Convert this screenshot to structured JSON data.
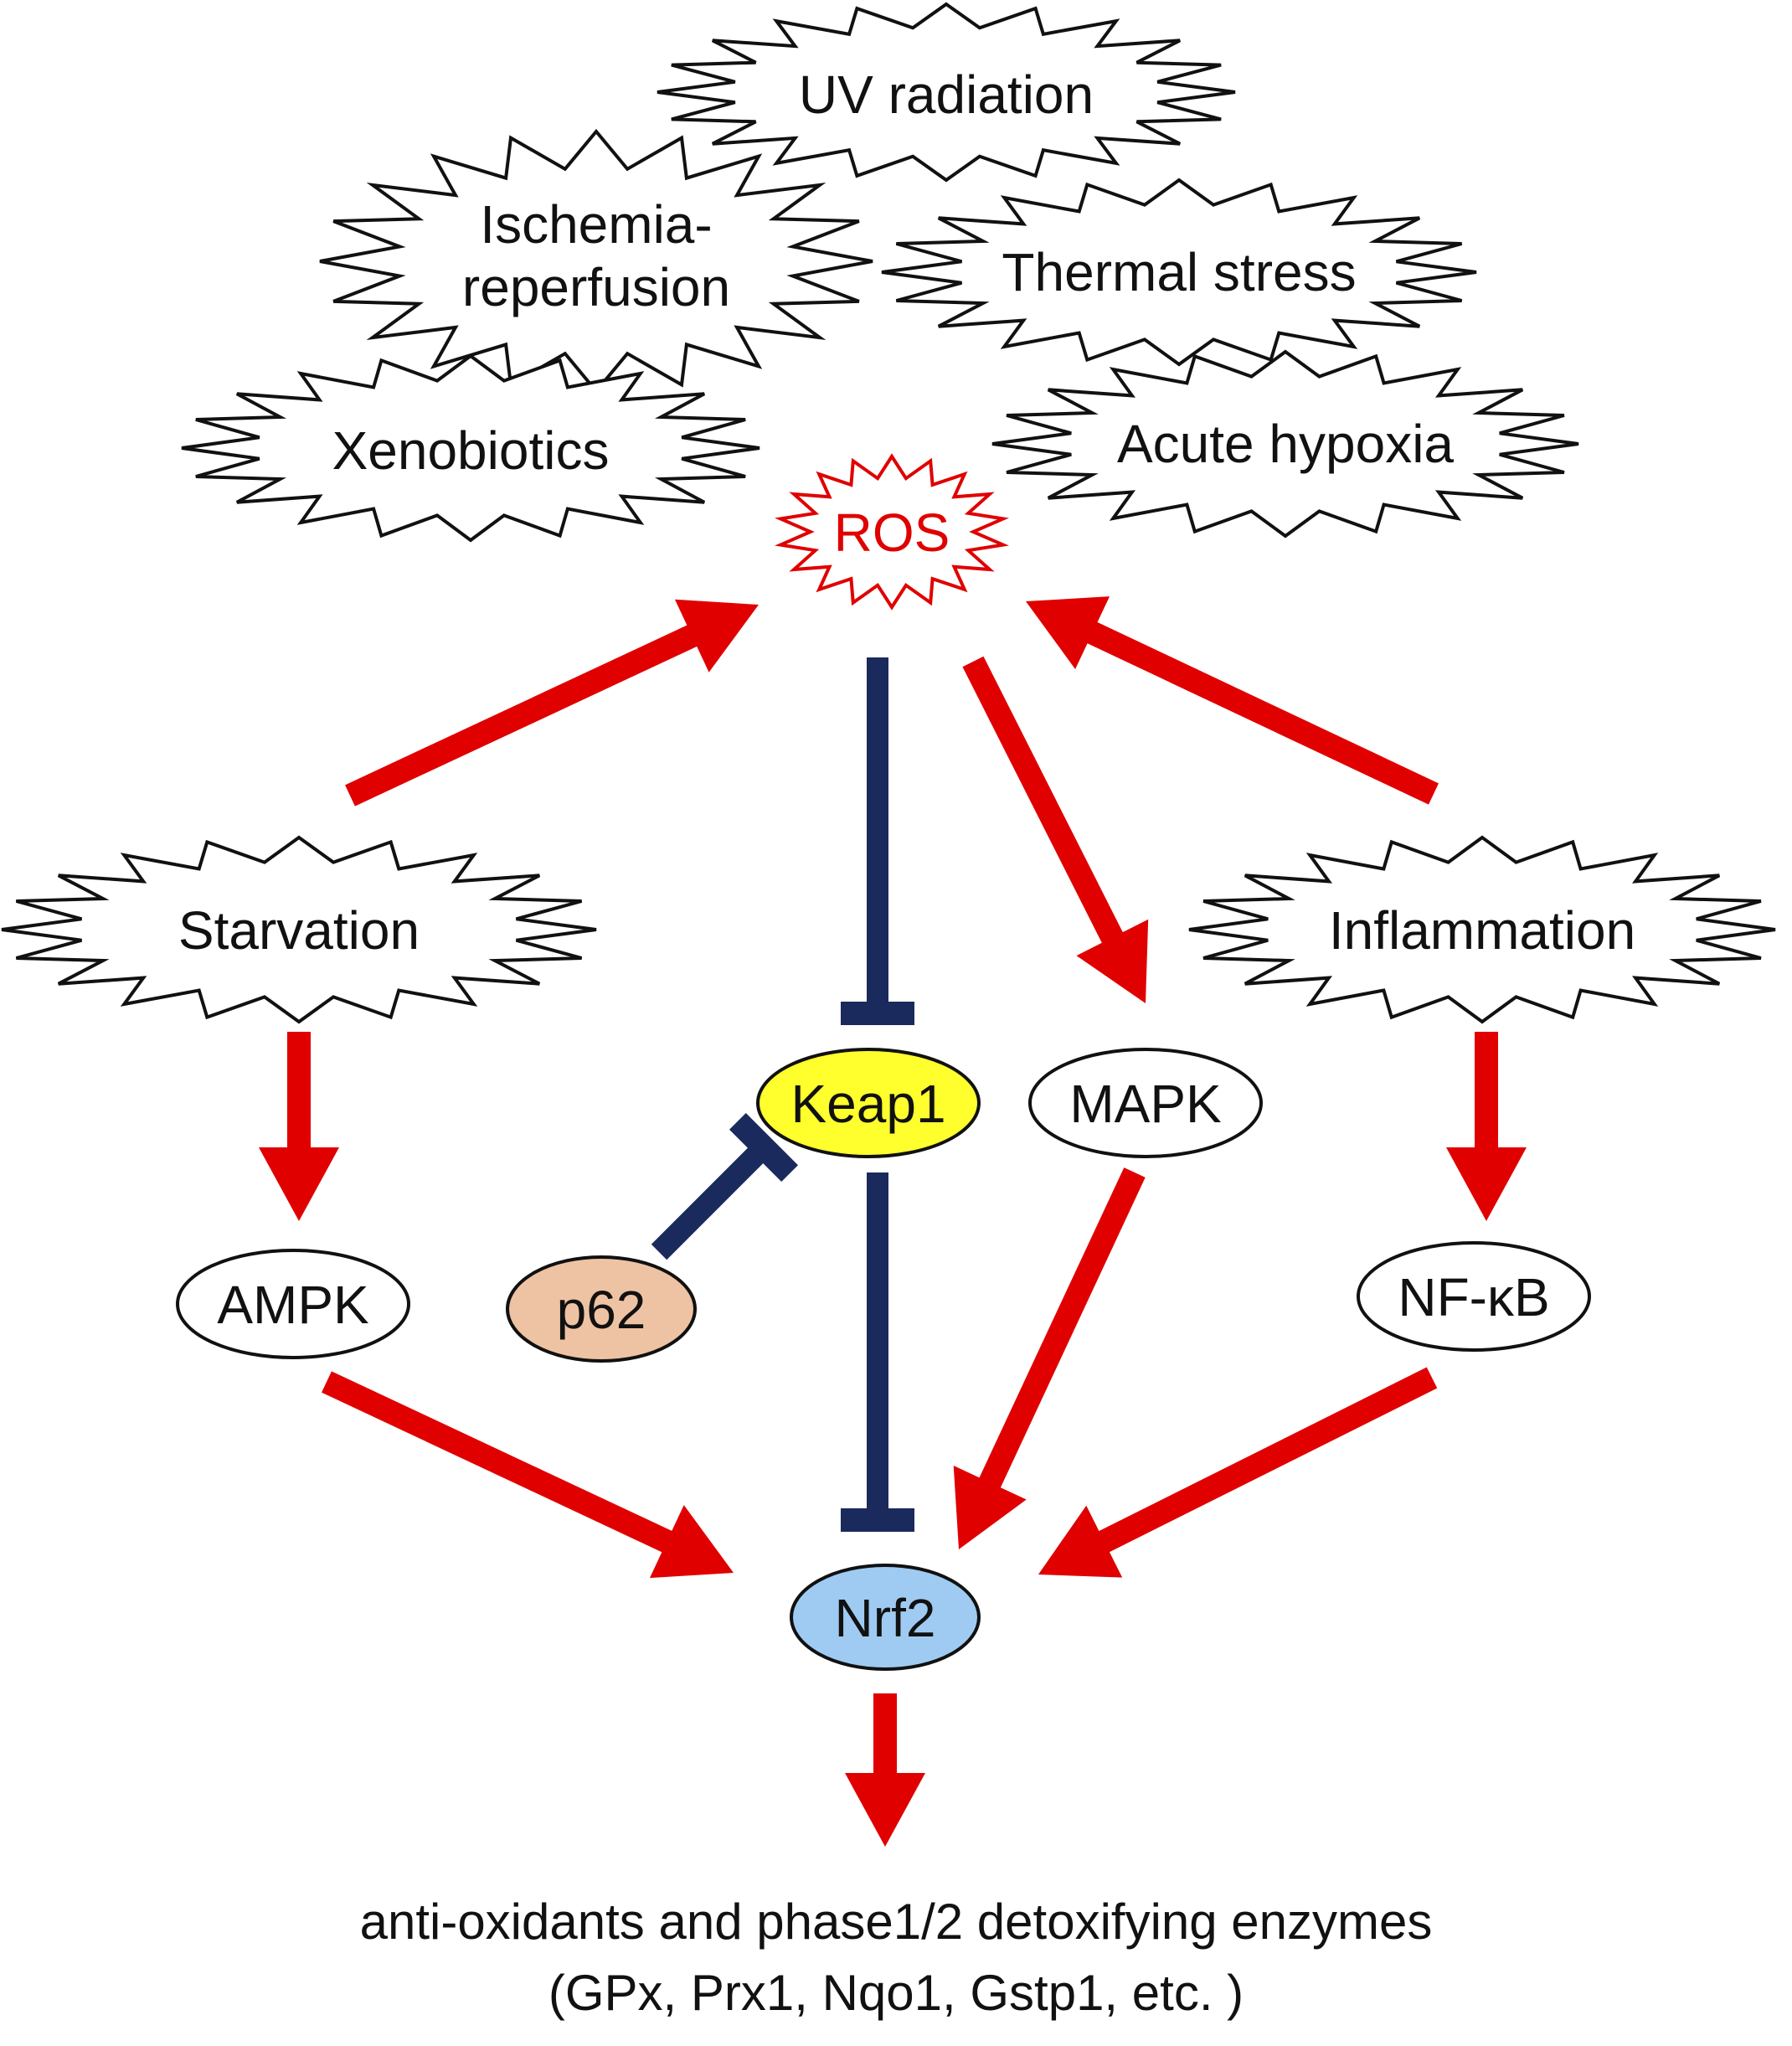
{
  "colors": {
    "activation": "#e00000",
    "inhibition": "#1b2a5c",
    "ros": "#e00000",
    "keap1_fill": "#ffff2e",
    "nrf2_fill": "#9fcbf2",
    "p62_fill": "#eec3a3",
    "outline": "#111111"
  },
  "stressors": {
    "uv": "UV radiation",
    "ischemia_line1": "Ischemia-",
    "ischemia_line2": "reperfusion",
    "thermal": "Thermal stress",
    "xenobiotics": "Xenobiotics",
    "hypoxia": "Acute hypoxia",
    "starvation": "Starvation",
    "inflammation": "Inflammation"
  },
  "nodes": {
    "ros": "ROS",
    "keap1": "Keap1",
    "mapk": "MAPK",
    "ampk": "AMPK",
    "p62": "p62",
    "nfkb": "NF-κB",
    "nrf2": "Nrf2"
  },
  "output": {
    "line1": "anti-oxidants and phase1/2 detoxifying enzymes",
    "line2": "(GPx, Prx1, Nqo1, Gstp1, etc. )"
  },
  "edges": [
    {
      "from": "Starvation",
      "to": "ROS",
      "type": "activation"
    },
    {
      "from": "Inflammation",
      "to": "ROS",
      "type": "activation"
    },
    {
      "from": "ROS",
      "to": "Keap1",
      "type": "inhibition"
    },
    {
      "from": "ROS",
      "to": "MAPK",
      "type": "activation"
    },
    {
      "from": "Starvation",
      "to": "AMPK",
      "type": "activation"
    },
    {
      "from": "Inflammation",
      "to": "NF-κB",
      "type": "activation"
    },
    {
      "from": "p62",
      "to": "Keap1",
      "type": "inhibition"
    },
    {
      "from": "Keap1",
      "to": "Nrf2",
      "type": "inhibition"
    },
    {
      "from": "AMPK",
      "to": "Nrf2",
      "type": "activation"
    },
    {
      "from": "MAPK",
      "to": "Nrf2",
      "type": "activation"
    },
    {
      "from": "NF-κB",
      "to": "Nrf2",
      "type": "activation"
    },
    {
      "from": "Nrf2",
      "to": "anti-oxidants and phase1/2 detoxifying enzymes",
      "type": "activation"
    }
  ]
}
